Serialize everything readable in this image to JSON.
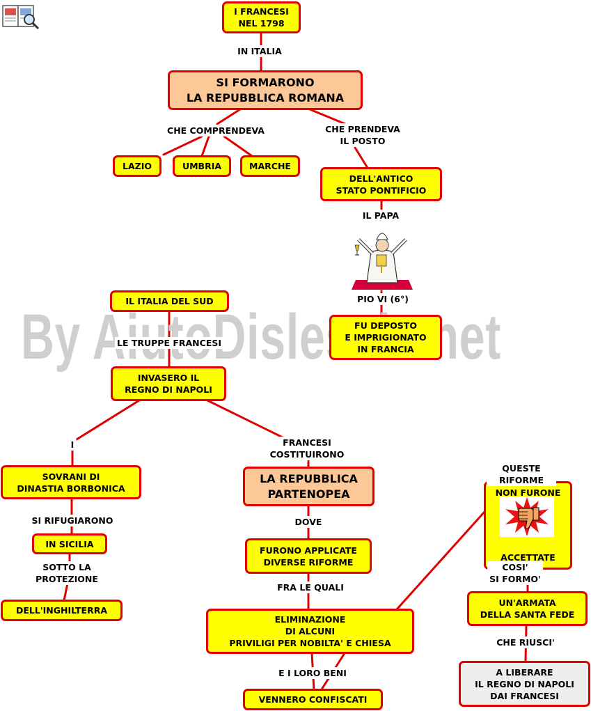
{
  "nodes": {
    "francesi_1798": "I FRANCESI\nNEL 1798",
    "repubblica_romana": "SI FORMARONO\nLA REPUBBLICA ROMANA",
    "lazio": "LAZIO",
    "umbria": "UMBRIA",
    "marche": "MARCHE",
    "stato_pontificio": "DELL'ANTICO\nSTATO PONTIFICIO",
    "deposto": "FU DEPOSTO\nE IMPRIGIONATO\nIN FRANCIA",
    "italia_sud": "IL ITALIA DEL SUD",
    "regno_napoli": "INVASERO IL\nREGNO DI NAPOLI",
    "sovrani": "SOVRANI DI\nDINASTIA BORBONICA",
    "sicilia": "IN SICILIA",
    "inghilterra": "DELL'INGHILTERRA",
    "partenopea": "LA REPUBBLICA\nPARTENOPEA",
    "riforme": "FURONO APPLICATE\nDIVERSE RIFORME",
    "eliminazione": "ELIMINAZIONE\nDI ALCUNI\nPRIVILIGI PER NOBILTA' E CHIESA",
    "confiscati": "VENNERO CONFISCATI",
    "non_furone": "NON FURONE",
    "accettate": "ACCETTATE",
    "armata": "UN'ARMATA\nDELLA SANTA FEDE",
    "liberare": "A LIBERARE\nIL REGNO DI NAPOLI\nDAI FRANCESI"
  },
  "labels": {
    "in_italia": "IN ITALIA",
    "che_comprendeva": "CHE COMPRENDEVA",
    "che_prendeva": "CHE PRENDEVA\nIL POSTO",
    "il_papa": "IL PAPA",
    "pio_vi": "PIO VI (6°)",
    "le_truppe": "LE TRUPPE FRANCESI",
    "i": "I",
    "francesi_costituirono": "FRANCESI\nCOSTITUIRONO",
    "si_rifugiarono": "SI RIFUGIARONO",
    "sotto_la_protezione": "SOTTO LA\nPROTEZIONE",
    "dove": "DOVE",
    "fra_le_quali": "FRA LE QUALI",
    "e_i_loro_beni": "E I LORO BENI",
    "queste_riforme": "QUESTE RIFORME",
    "cosi_si_formo": "COSI'\nSI FORMO'",
    "che_riusci": "CHE RIUSCI'"
  },
  "watermark": "By AiutoDislessia.net",
  "icons": {
    "logo": "book-magnifier-icon",
    "pope": "pope-figure-icon",
    "thumb": "thumbs-down-icon"
  },
  "colors": {
    "box_fill": "#ffff00",
    "box_border": "#e00000",
    "highlight_fill": "#fcc898",
    "pale_fill": "#eeeeee",
    "connector": "#e00000",
    "watermark": "#cfcfcf"
  }
}
